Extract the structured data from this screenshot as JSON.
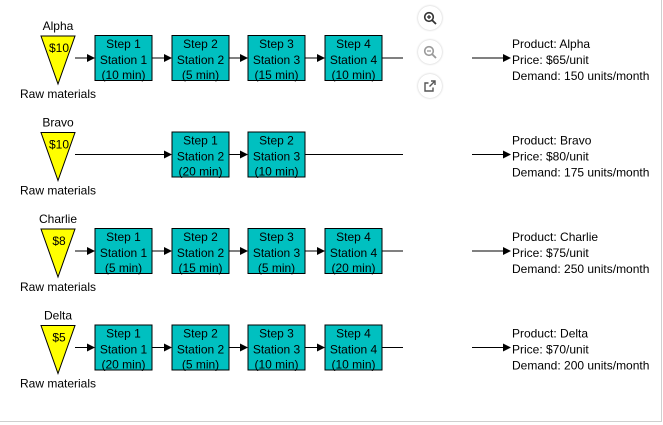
{
  "toolbar": {
    "zoom_in_icon": "zoom-in-icon",
    "zoom_out_icon": "zoom-out-icon",
    "open_external_icon": "open-external-icon"
  },
  "colors": {
    "triangle_fill": "#ffff00",
    "station_fill": "#00c0c0",
    "stroke": "#000000"
  },
  "raw_materials_label": "Raw materials",
  "products": [
    {
      "name": "Alpha",
      "cost": "$10",
      "steps": [
        {
          "step": "Step 1",
          "station": "Station 1",
          "time": "(10 min)"
        },
        {
          "step": "Step 2",
          "station": "Station 2",
          "time": "(5 min)"
        },
        {
          "step": "Step 3",
          "station": "Station 3",
          "time": "(15 min)"
        },
        {
          "step": "Step 4",
          "station": "Station 4",
          "time": "(10 min)"
        }
      ],
      "info": [
        "Product: Alpha",
        "Price: $65/unit",
        "Demand: 150 units/month"
      ]
    },
    {
      "name": "Bravo",
      "cost": "$10",
      "steps": [
        {
          "step": "Step 1",
          "station": "Station 2",
          "time": "(20 min)"
        },
        {
          "step": "Step 2",
          "station": "Station 3",
          "time": "(10 min)"
        }
      ],
      "info": [
        "Product: Bravo",
        "Price: $80/unit",
        "Demand: 175 units/month"
      ]
    },
    {
      "name": "Charlie",
      "cost": "$8",
      "steps": [
        {
          "step": "Step 1",
          "station": "Station 1",
          "time": "(5 min)"
        },
        {
          "step": "Step 2",
          "station": "Station 2",
          "time": "(15 min)"
        },
        {
          "step": "Step 3",
          "station": "Station 3",
          "time": "(5 min)"
        },
        {
          "step": "Step 4",
          "station": "Station 4",
          "time": "(20 min)"
        }
      ],
      "info": [
        "Product: Charlie",
        "Price: $75/unit",
        "Demand: 250 units/month"
      ]
    },
    {
      "name": "Delta",
      "cost": "$5",
      "steps": [
        {
          "step": "Step 1",
          "station": "Station 1",
          "time": "(20 min)"
        },
        {
          "step": "Step 2",
          "station": "Station 2",
          "time": "(5 min)"
        },
        {
          "step": "Step 3",
          "station": "Station 3",
          "time": "(10 min)"
        },
        {
          "step": "Step 4",
          "station": "Station 4",
          "time": "(10 min)"
        }
      ],
      "info": [
        "Product: Delta",
        "Price: $70/unit",
        "Demand: 200 units/month"
      ]
    }
  ]
}
